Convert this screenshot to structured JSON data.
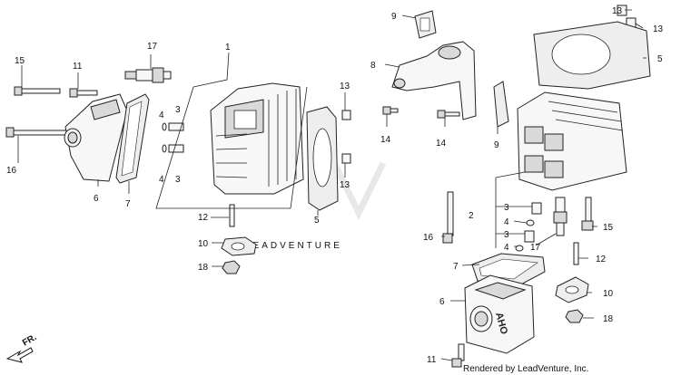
{
  "watermark": "LEADVENTURE",
  "credit": "Rendered by LeadVenture, Inc.",
  "direction_arrow": "FR.",
  "cover_mark": "AHO",
  "callouts": {
    "l1": "1",
    "l3a": "3",
    "l4a": "4",
    "l3b": "3",
    "l4b": "4",
    "l5": "5",
    "l6": "6",
    "l7": "7",
    "l10": "10",
    "l11": "11",
    "l12": "12",
    "l13a": "13",
    "l13b": "13",
    "l15": "15",
    "l16": "16",
    "l17": "17",
    "l18": "18",
    "r2": "2",
    "r3a": "3",
    "r4a": "4",
    "r3b": "3",
    "r4b": "4",
    "r5": "5",
    "r6": "6",
    "r7": "7",
    "r8": "8",
    "r9a": "9",
    "r9b": "9",
    "r10": "10",
    "r11": "11",
    "r12": "12",
    "r13a": "13",
    "r13b": "13",
    "r14a": "14",
    "r14b": "14",
    "r15": "15",
    "r16": "16",
    "r17": "17",
    "r18": "18"
  }
}
